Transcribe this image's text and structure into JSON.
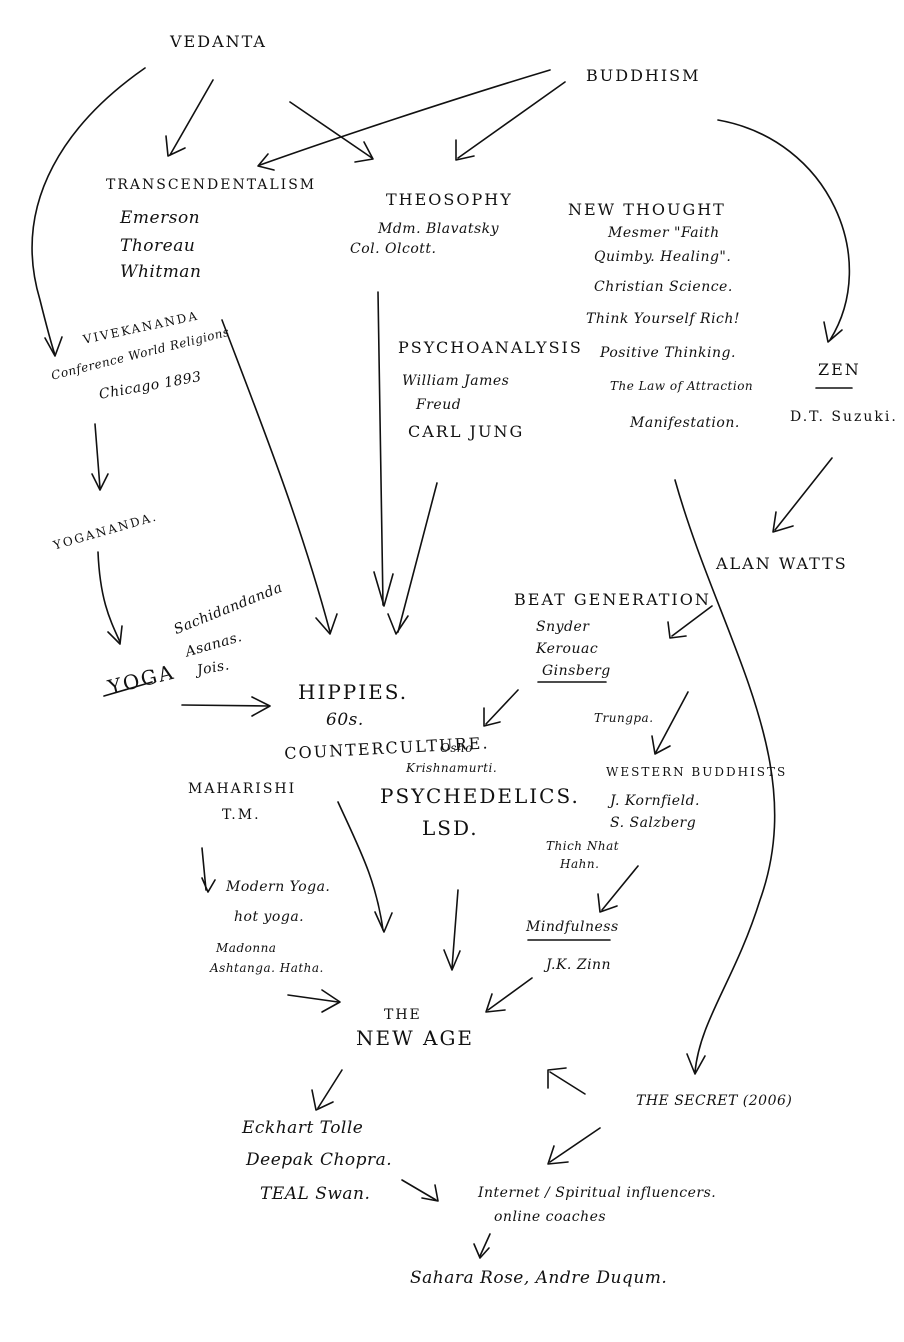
{
  "nodes": {
    "vedanta": "VEDANTA",
    "buddhism": "BUDDHISM",
    "transcendentalism": {
      "title": "TRANSCENDENTALISM",
      "people": [
        "Emerson",
        "Thoreau",
        "Whitman"
      ]
    },
    "theosophy": {
      "title": "THEOSOPHY",
      "people": [
        "Mdm. Blavatsky",
        "Col. Olcott."
      ]
    },
    "new_thought": {
      "title": "NEW THOUGHT",
      "items": [
        "Mesmer \"Faith",
        "Quimby. Healing\".",
        "Christian Science.",
        "Think Yourself Rich!",
        "Positive Thinking.",
        "The Law of Attraction",
        "Manifestation."
      ]
    },
    "zen": {
      "title": "ZEN",
      "people": [
        "D.T. Suzuki."
      ]
    },
    "vivekananda": {
      "title": "VIVEKANANDA",
      "note": [
        "Conference World Religions",
        "Chicago 1893"
      ]
    },
    "psychoanalysis": {
      "title": "PSYCHOANALYSIS",
      "people": [
        "William James",
        "Freud",
        "CARL JUNG"
      ]
    },
    "yogananda": "YOGANANDA.",
    "alan_watts": "ALAN WATTS",
    "yoga": {
      "title": "YOGA",
      "teachers": [
        "Sachidandanda",
        "Asanas.",
        "Jois."
      ]
    },
    "beat_generation": {
      "title": "BEAT GENERATION",
      "people": [
        "Snyder",
        "Kerouac",
        "Ginsberg"
      ]
    },
    "hippies": {
      "title": "HIPPIES.",
      "decade": "60s.",
      "counterculture": "COUNTERCULTURE.",
      "teachers": [
        "Osho",
        "Krishnamurti."
      ],
      "psychedelics": "PSYCHEDELICS.",
      "lsd": "LSD."
    },
    "trungpa": "Trungpa.",
    "maharishi": {
      "title": "MAHARISHI",
      "tm": "T.M."
    },
    "western_buddhists": {
      "title": "WESTERN BUDDHISTS",
      "people": [
        "J. Kornfield.",
        "S. Salzberg"
      ]
    },
    "thich_nhat_hanh": [
      "Thich Nhat",
      "Hahn."
    ],
    "modern_yoga": [
      "Modern Yoga.",
      "hot yoga.",
      "Madonna",
      "Ashtanga. Hatha."
    ],
    "mindfulness": {
      "title": "Mindfulness",
      "people": [
        "J.K. Zinn"
      ]
    },
    "new_age": {
      "the": "THE",
      "title": "NEW AGE"
    },
    "the_secret": "THE SECRET (2006)",
    "gurus": [
      "Eckhart Tolle",
      "Deepak Chopra.",
      "TEAL Swan."
    ],
    "internet": [
      "Internet / Spiritual influencers.",
      "online coaches"
    ],
    "influencers": "Sahara Rose, Andre Duqum."
  },
  "colors": {
    "ink": "#111111",
    "paper": "#ffffff"
  }
}
